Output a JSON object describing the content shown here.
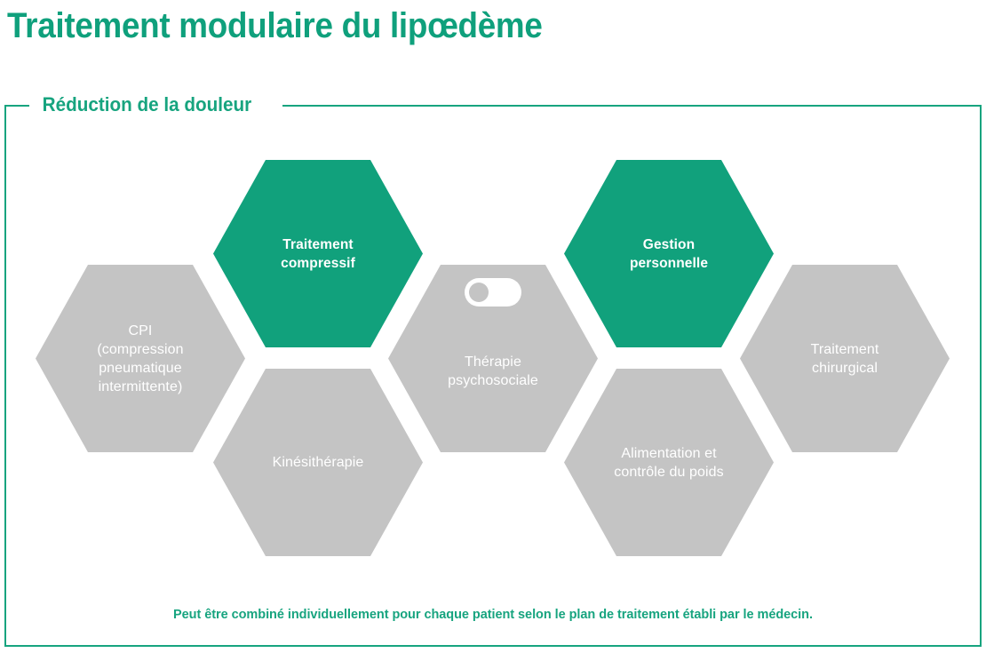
{
  "title": "Traitement modulaire du lipœdème",
  "frame": {
    "legend": "Réduction de la douleur"
  },
  "colors": {
    "brand_green": "#17a47f",
    "hex_green": "#11a17c",
    "hex_grey": "#c4c4c4",
    "title_green": "#0fa07c",
    "label_white": "#ffffff"
  },
  "hexagons": [
    {
      "id": "cpi",
      "label": "CPI\n(compression\npneumatique\nintermittente)",
      "state": "inactive"
    },
    {
      "id": "compressif",
      "label": "Traitement\ncompressif",
      "state": "active"
    },
    {
      "id": "kine",
      "label": "Kinésithérapie",
      "state": "inactive"
    },
    {
      "id": "psycho",
      "label": "Thérapie\npsychosociale",
      "state": "inactive"
    },
    {
      "id": "gestion",
      "label": "Gestion\npersonnelle",
      "state": "active"
    },
    {
      "id": "alimentation",
      "label": "Alimentation et\ncontrôle du poids",
      "state": "inactive"
    },
    {
      "id": "chirurgical",
      "label": "Traitement\nchirurgical",
      "state": "inactive"
    }
  ],
  "toggle": {
    "state": "off",
    "attached_to": "psycho"
  },
  "caption": "Peut être combiné individuellement pour chaque patient selon le plan de traitement établi par le médecin."
}
